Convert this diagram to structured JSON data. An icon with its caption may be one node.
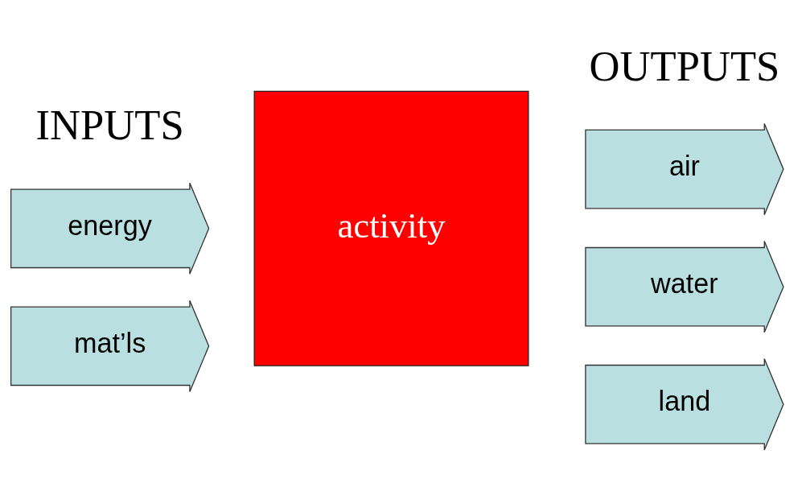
{
  "diagram": {
    "nodes": [
      {
        "text": [
          "energy"
        ]
      },
      {
        "text": [
          "mat’ls"
        ]
      },
      {
        "text": [
          "activity"
        ]
      },
      {
        "text": [
          "air"
        ]
      },
      {
        "text": [
          "water"
        ]
      },
      {
        "text": [
          "land"
        ]
      }
    ],
    "labels": [
      "INPUTS",
      "OUTPUTS"
    ]
  }
}
